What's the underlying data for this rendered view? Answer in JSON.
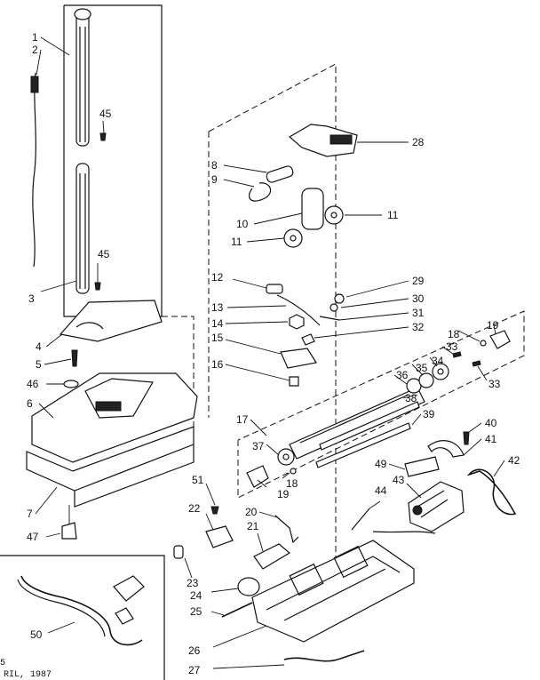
{
  "footer": {
    "date_text": "RIL, 1987",
    "page_mark": "5"
  },
  "parts": [
    {
      "id": "p1",
      "number": "1"
    },
    {
      "id": "p2",
      "number": "2"
    },
    {
      "id": "p3",
      "number": "3"
    },
    {
      "id": "p4",
      "number": "4"
    },
    {
      "id": "p5",
      "number": "5"
    },
    {
      "id": "p6",
      "number": "6"
    },
    {
      "id": "p7",
      "number": "7"
    },
    {
      "id": "p8",
      "number": "8"
    },
    {
      "id": "p9",
      "number": "9"
    },
    {
      "id": "p10",
      "number": "10"
    },
    {
      "id": "p11a",
      "number": "11"
    },
    {
      "id": "p11b",
      "number": "11"
    },
    {
      "id": "p12",
      "number": "12"
    },
    {
      "id": "p13",
      "number": "13"
    },
    {
      "id": "p14",
      "number": "14"
    },
    {
      "id": "p15",
      "number": "15"
    },
    {
      "id": "p16",
      "number": "16"
    },
    {
      "id": "p17",
      "number": "17"
    },
    {
      "id": "p18a",
      "number": "18"
    },
    {
      "id": "p18b",
      "number": "18"
    },
    {
      "id": "p19a",
      "number": "19"
    },
    {
      "id": "p19b",
      "number": "19"
    },
    {
      "id": "p20",
      "number": "20"
    },
    {
      "id": "p21",
      "number": "21"
    },
    {
      "id": "p22",
      "number": "22"
    },
    {
      "id": "p23",
      "number": "23"
    },
    {
      "id": "p24",
      "number": "24"
    },
    {
      "id": "p25",
      "number": "25"
    },
    {
      "id": "p26",
      "number": "26"
    },
    {
      "id": "p27",
      "number": "27"
    },
    {
      "id": "p28",
      "number": "28"
    },
    {
      "id": "p29",
      "number": "29"
    },
    {
      "id": "p30",
      "number": "30"
    },
    {
      "id": "p31",
      "number": "31"
    },
    {
      "id": "p32",
      "number": "32"
    },
    {
      "id": "p33a",
      "number": "33"
    },
    {
      "id": "p33b",
      "number": "33"
    },
    {
      "id": "p34",
      "number": "34"
    },
    {
      "id": "p35",
      "number": "35"
    },
    {
      "id": "p36",
      "number": "36"
    },
    {
      "id": "p37",
      "number": "37"
    },
    {
      "id": "p38",
      "number": "38"
    },
    {
      "id": "p39",
      "number": "39"
    },
    {
      "id": "p40",
      "number": "40"
    },
    {
      "id": "p41",
      "number": "41"
    },
    {
      "id": "p42",
      "number": "42"
    },
    {
      "id": "p43",
      "number": "43"
    },
    {
      "id": "p44",
      "number": "44"
    },
    {
      "id": "p45a",
      "number": "45"
    },
    {
      "id": "p45b",
      "number": "45"
    },
    {
      "id": "p46",
      "number": "46"
    },
    {
      "id": "p47",
      "number": "47"
    },
    {
      "id": "p49",
      "number": "49"
    },
    {
      "id": "p50",
      "number": "50"
    },
    {
      "id": "p51",
      "number": "51"
    }
  ]
}
